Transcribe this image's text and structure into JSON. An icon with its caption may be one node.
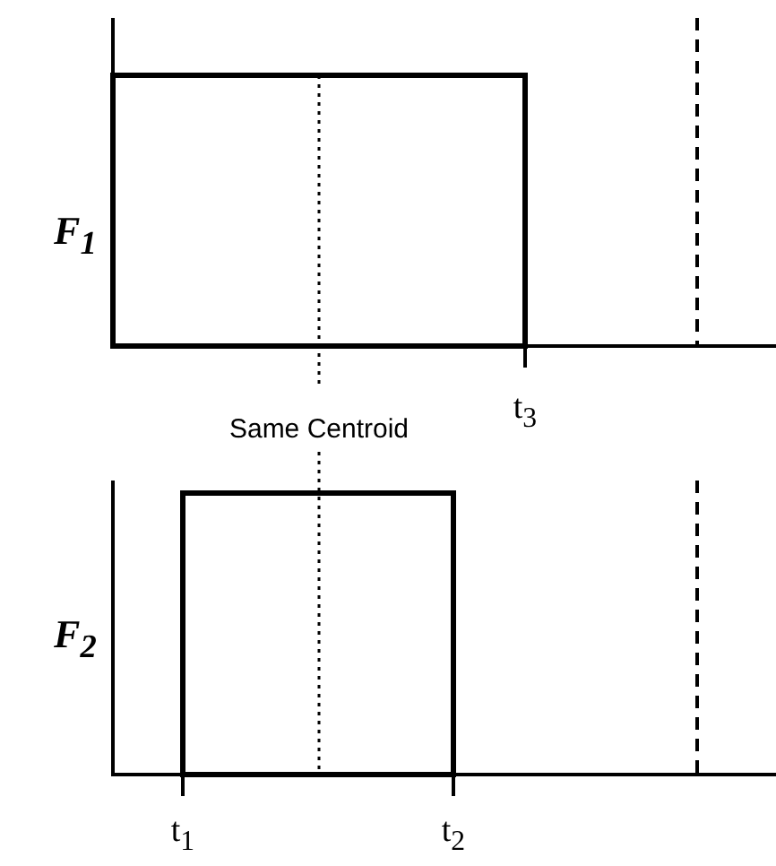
{
  "diagram": {
    "labels": [
      "F$_{1}$",
      "Same Centroid",
      "t$_{3}$",
      "F$_{2}$",
      "t$_{1}$",
      "t$_{2}$"
    ]
  }
}
